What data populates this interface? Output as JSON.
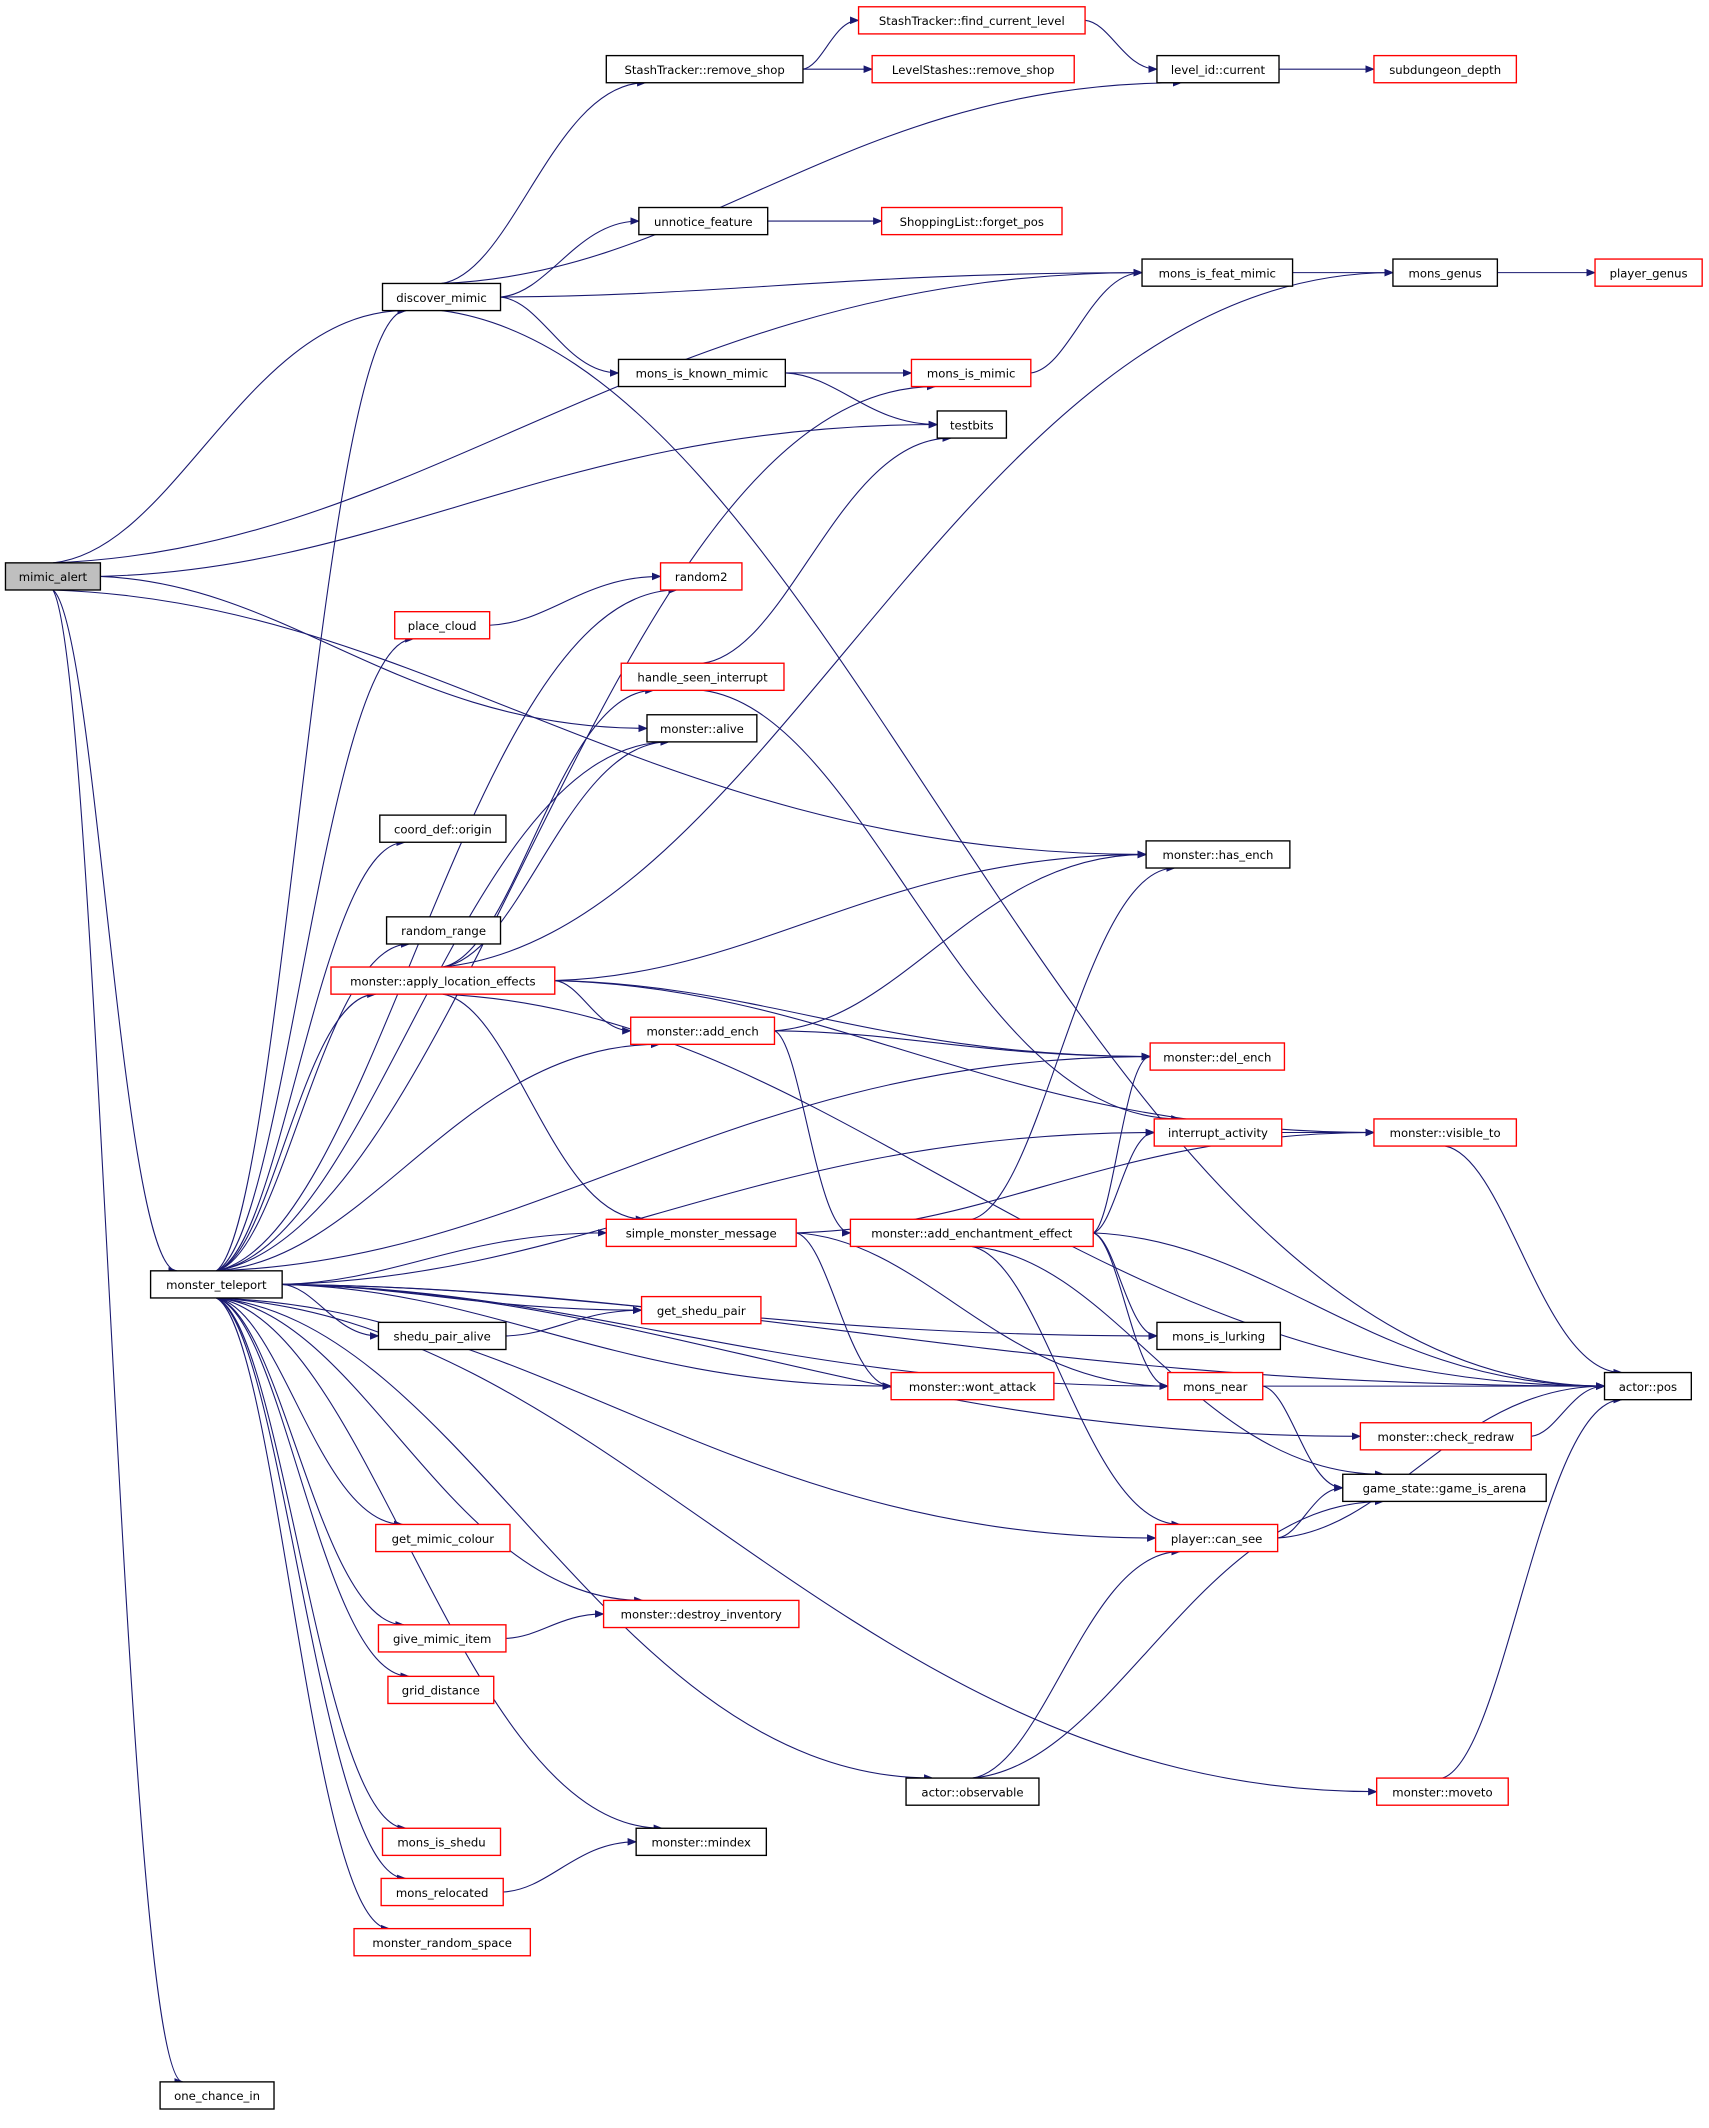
{
  "title": "mimic_alert call graph",
  "colors": {
    "edge": "#191970",
    "documented_border": "#000000",
    "undocumented_border": "#ff0000",
    "root_fill": "#bfbfbf"
  },
  "nodes": [
    {
      "id": "mimic_alert",
      "label": "mimic_alert",
      "kind": "root"
    },
    {
      "id": "find_current_level",
      "label": "StashTracker::find_current_level",
      "kind": "red"
    },
    {
      "id": "remove_shop",
      "label": "StashTracker::remove_shop",
      "kind": "black"
    },
    {
      "id": "ls_remove_shop",
      "label": "LevelStashes::remove_shop",
      "kind": "red"
    },
    {
      "id": "level_current",
      "label": "level_id::current",
      "kind": "black"
    },
    {
      "id": "subdungeon_depth",
      "label": "subdungeon_depth",
      "kind": "red"
    },
    {
      "id": "unnotice_feature",
      "label": "unnotice_feature",
      "kind": "black"
    },
    {
      "id": "forget_pos",
      "label": "ShoppingList::forget_pos",
      "kind": "red"
    },
    {
      "id": "discover_mimic",
      "label": "discover_mimic",
      "kind": "black"
    },
    {
      "id": "mons_is_feat_mimic",
      "label": "mons_is_feat_mimic",
      "kind": "black"
    },
    {
      "id": "mons_genus",
      "label": "mons_genus",
      "kind": "black"
    },
    {
      "id": "player_genus",
      "label": "player_genus",
      "kind": "red"
    },
    {
      "id": "mons_is_known_mimic",
      "label": "mons_is_known_mimic",
      "kind": "black"
    },
    {
      "id": "mons_is_mimic",
      "label": "mons_is_mimic",
      "kind": "red"
    },
    {
      "id": "testbits",
      "label": "testbits",
      "kind": "black"
    },
    {
      "id": "random2",
      "label": "random2",
      "kind": "red"
    },
    {
      "id": "place_cloud",
      "label": "place_cloud",
      "kind": "red"
    },
    {
      "id": "handle_seen_interrupt",
      "label": "handle_seen_interrupt",
      "kind": "red"
    },
    {
      "id": "alive",
      "label": "monster::alive",
      "kind": "black"
    },
    {
      "id": "origin",
      "label": "coord_def::origin",
      "kind": "black"
    },
    {
      "id": "has_ench",
      "label": "monster::has_ench",
      "kind": "black"
    },
    {
      "id": "random_range",
      "label": "random_range",
      "kind": "black"
    },
    {
      "id": "apply_location_effects",
      "label": "monster::apply_location_effects",
      "kind": "red"
    },
    {
      "id": "add_ench",
      "label": "monster::add_ench",
      "kind": "red"
    },
    {
      "id": "del_ench",
      "label": "monster::del_ench",
      "kind": "red"
    },
    {
      "id": "interrupt_activity",
      "label": "interrupt_activity",
      "kind": "red"
    },
    {
      "id": "visible_to",
      "label": "monster::visible_to",
      "kind": "red"
    },
    {
      "id": "simple_monster_message",
      "label": "simple_monster_message",
      "kind": "red"
    },
    {
      "id": "add_enchantment_effect",
      "label": "monster::add_enchantment_effect",
      "kind": "red"
    },
    {
      "id": "monster_teleport",
      "label": "monster_teleport",
      "kind": "black"
    },
    {
      "id": "get_shedu_pair",
      "label": "get_shedu_pair",
      "kind": "red"
    },
    {
      "id": "shedu_pair_alive",
      "label": "shedu_pair_alive",
      "kind": "black"
    },
    {
      "id": "mons_is_lurking",
      "label": "mons_is_lurking",
      "kind": "black"
    },
    {
      "id": "wont_attack",
      "label": "monster::wont_attack",
      "kind": "red"
    },
    {
      "id": "mons_near",
      "label": "mons_near",
      "kind": "red"
    },
    {
      "id": "actor_pos",
      "label": "actor::pos",
      "kind": "black"
    },
    {
      "id": "check_redraw",
      "label": "monster::check_redraw",
      "kind": "red"
    },
    {
      "id": "game_is_arena",
      "label": "game_state::game_is_arena",
      "kind": "black"
    },
    {
      "id": "get_mimic_colour",
      "label": "get_mimic_colour",
      "kind": "red"
    },
    {
      "id": "can_see",
      "label": "player::can_see",
      "kind": "red"
    },
    {
      "id": "destroy_inventory",
      "label": "monster::destroy_inventory",
      "kind": "red"
    },
    {
      "id": "give_mimic_item",
      "label": "give_mimic_item",
      "kind": "red"
    },
    {
      "id": "grid_distance",
      "label": "grid_distance",
      "kind": "red"
    },
    {
      "id": "observable",
      "label": "actor::observable",
      "kind": "black"
    },
    {
      "id": "moveto",
      "label": "monster::moveto",
      "kind": "red"
    },
    {
      "id": "mons_is_shedu",
      "label": "mons_is_shedu",
      "kind": "red"
    },
    {
      "id": "mindex",
      "label": "monster::mindex",
      "kind": "black"
    },
    {
      "id": "mons_relocated",
      "label": "mons_relocated",
      "kind": "red"
    },
    {
      "id": "monster_random_space",
      "label": "monster_random_space",
      "kind": "red"
    },
    {
      "id": "one_chance_in",
      "label": "one_chance_in",
      "kind": "black"
    }
  ],
  "edges": [
    [
      "mimic_alert",
      "discover_mimic"
    ],
    [
      "mimic_alert",
      "mons_is_feat_mimic"
    ],
    [
      "mimic_alert",
      "testbits"
    ],
    [
      "mimic_alert",
      "has_ench"
    ],
    [
      "mimic_alert",
      "alive"
    ],
    [
      "mimic_alert",
      "monster_teleport"
    ],
    [
      "mimic_alert",
      "one_chance_in"
    ],
    [
      "discover_mimic",
      "remove_shop"
    ],
    [
      "discover_mimic",
      "level_current"
    ],
    [
      "discover_mimic",
      "unnotice_feature"
    ],
    [
      "discover_mimic",
      "mons_is_feat_mimic"
    ],
    [
      "discover_mimic",
      "actor_pos"
    ],
    [
      "discover_mimic",
      "mons_is_known_mimic"
    ],
    [
      "remove_shop",
      "find_current_level"
    ],
    [
      "remove_shop",
      "ls_remove_shop"
    ],
    [
      "find_current_level",
      "level_current"
    ],
    [
      "level_current",
      "subdungeon_depth"
    ],
    [
      "unnotice_feature",
      "forget_pos"
    ],
    [
      "mons_is_feat_mimic",
      "mons_genus"
    ],
    [
      "mons_genus",
      "player_genus"
    ],
    [
      "mons_is_known_mimic",
      "mons_is_mimic"
    ],
    [
      "mons_is_known_mimic",
      "testbits"
    ],
    [
      "mons_is_mimic",
      "mons_is_feat_mimic"
    ],
    [
      "place_cloud",
      "random2"
    ],
    [
      "handle_seen_interrupt",
      "testbits"
    ],
    [
      "handle_seen_interrupt",
      "interrupt_activity"
    ],
    [
      "apply_location_effects",
      "alive"
    ],
    [
      "apply_location_effects",
      "handle_seen_interrupt"
    ],
    [
      "apply_location_effects",
      "mons_genus"
    ],
    [
      "apply_location_effects",
      "has_ench"
    ],
    [
      "apply_location_effects",
      "visible_to"
    ],
    [
      "apply_location_effects",
      "actor_pos"
    ],
    [
      "apply_location_effects",
      "add_ench"
    ],
    [
      "apply_location_effects",
      "del_ench"
    ],
    [
      "apply_location_effects",
      "simple_monster_message"
    ],
    [
      "add_ench",
      "has_ench"
    ],
    [
      "add_ench",
      "del_ench"
    ],
    [
      "add_ench",
      "add_enchantment_effect"
    ],
    [
      "add_enchantment_effect",
      "has_ench"
    ],
    [
      "add_enchantment_effect",
      "del_ench"
    ],
    [
      "add_enchantment_effect",
      "interrupt_activity"
    ],
    [
      "add_enchantment_effect",
      "mons_is_lurking"
    ],
    [
      "add_enchantment_effect",
      "mons_near"
    ],
    [
      "add_enchantment_effect",
      "actor_pos"
    ],
    [
      "add_enchantment_effect",
      "game_is_arena"
    ],
    [
      "add_enchantment_effect",
      "can_see"
    ],
    [
      "interrupt_activity",
      "visible_to"
    ],
    [
      "visible_to",
      "actor_pos"
    ],
    [
      "simple_monster_message",
      "visible_to"
    ],
    [
      "simple_monster_message",
      "wont_attack"
    ],
    [
      "simple_monster_message",
      "mons_near"
    ],
    [
      "monster_teleport",
      "discover_mimic"
    ],
    [
      "monster_teleport",
      "mons_is_mimic"
    ],
    [
      "monster_teleport",
      "random2"
    ],
    [
      "monster_teleport",
      "place_cloud"
    ],
    [
      "monster_teleport",
      "alive"
    ],
    [
      "monster_teleport",
      "origin"
    ],
    [
      "monster_teleport",
      "random_range"
    ],
    [
      "monster_teleport",
      "apply_location_effects"
    ],
    [
      "monster_teleport",
      "add_ench"
    ],
    [
      "monster_teleport",
      "del_ench"
    ],
    [
      "monster_teleport",
      "interrupt_activity"
    ],
    [
      "monster_teleport",
      "simple_monster_message"
    ],
    [
      "monster_teleport",
      "get_shedu_pair"
    ],
    [
      "monster_teleport",
      "shedu_pair_alive"
    ],
    [
      "monster_teleport",
      "mons_is_lurking"
    ],
    [
      "monster_teleport",
      "wont_attack"
    ],
    [
      "monster_teleport",
      "mons_near"
    ],
    [
      "monster_teleport",
      "check_redraw"
    ],
    [
      "monster_teleport",
      "get_mimic_colour"
    ],
    [
      "monster_teleport",
      "destroy_inventory"
    ],
    [
      "monster_teleport",
      "give_mimic_item"
    ],
    [
      "monster_teleport",
      "grid_distance"
    ],
    [
      "monster_teleport",
      "can_see"
    ],
    [
      "monster_teleport",
      "mindex"
    ],
    [
      "monster_teleport",
      "mons_is_shedu"
    ],
    [
      "monster_teleport",
      "mons_relocated"
    ],
    [
      "monster_teleport",
      "monster_random_space"
    ],
    [
      "monster_teleport",
      "observable"
    ],
    [
      "monster_teleport",
      "moveto"
    ],
    [
      "monster_teleport",
      "actor_pos"
    ],
    [
      "shedu_pair_alive",
      "get_shedu_pair"
    ],
    [
      "mons_near",
      "actor_pos"
    ],
    [
      "mons_near",
      "game_is_arena"
    ],
    [
      "check_redraw",
      "actor_pos"
    ],
    [
      "can_see",
      "game_is_arena"
    ],
    [
      "can_see",
      "actor_pos"
    ],
    [
      "observable",
      "can_see"
    ],
    [
      "observable",
      "game_is_arena"
    ],
    [
      "moveto",
      "actor_pos"
    ],
    [
      "give_mimic_item",
      "destroy_inventory"
    ],
    [
      "mons_relocated",
      "mindex"
    ]
  ]
}
